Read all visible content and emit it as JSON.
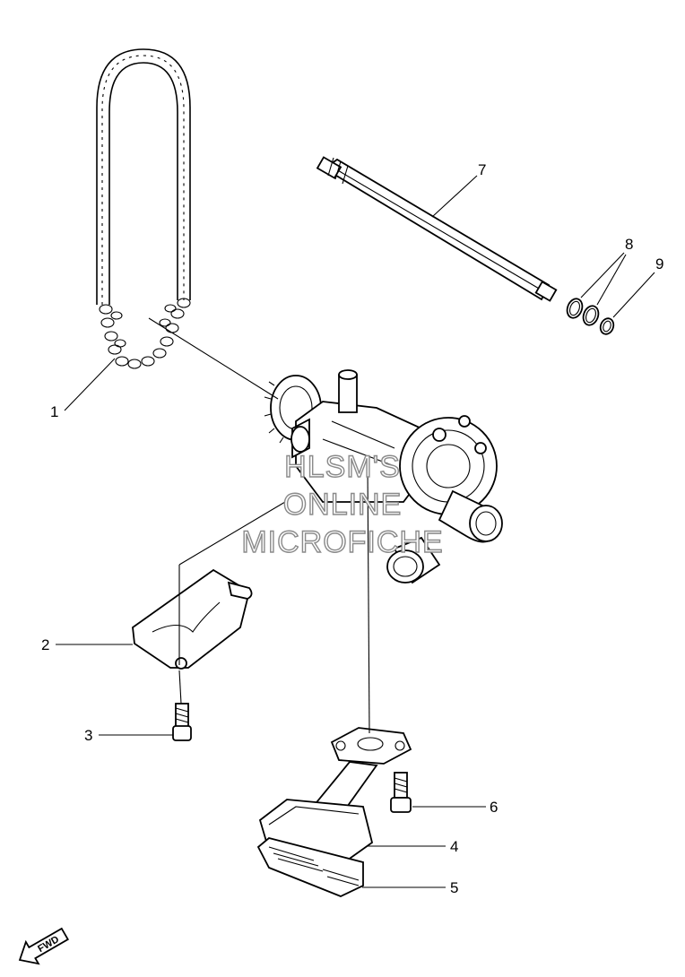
{
  "callouts": [
    {
      "id": "1",
      "label": "1"
    },
    {
      "id": "2",
      "label": "2"
    },
    {
      "id": "3",
      "label": "3"
    },
    {
      "id": "4",
      "label": "4"
    },
    {
      "id": "5",
      "label": "5"
    },
    {
      "id": "6",
      "label": "6"
    },
    {
      "id": "7",
      "label": "7"
    },
    {
      "id": "8",
      "label": "8"
    },
    {
      "id": "9",
      "label": "9"
    }
  ],
  "watermark": {
    "line1": "HLSM'S",
    "line2": "ONLINE",
    "line3": "MICROFICHE"
  },
  "direction_badge": {
    "label": "FWD",
    "icon": "forward-arrow-icon"
  }
}
